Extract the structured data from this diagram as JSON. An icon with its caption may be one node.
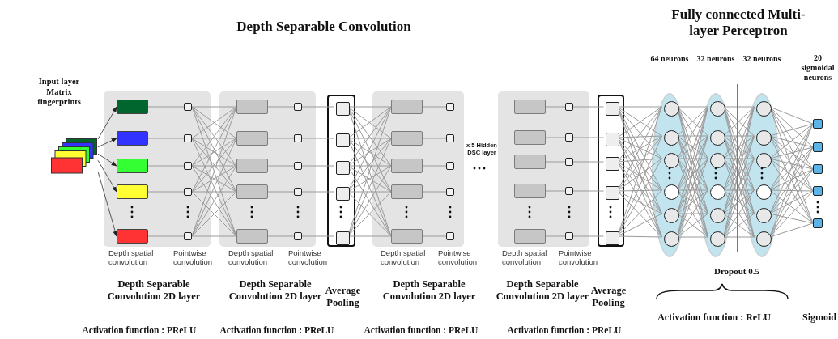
{
  "diagram": {
    "nodes": [
      {
        "text": [
          "Input layer Matrix fingerprints"
        ]
      },
      {
        "text": [
          "Depth spatial convolution",
          "Pointwise convolution"
        ],
        "beside": [
          "Depth Separable Convolution 2D layer",
          "Activation function : PReLU"
        ]
      },
      {
        "text": [],
        "shape": "box",
        "in": 1
      },
      {
        "text": [],
        "shape": "box",
        "in": 1
      },
      {
        "text": [],
        "shape": "box",
        "in": 1
      },
      {
        "text": [],
        "shape": "box",
        "in": 1
      },
      {
        "text": [],
        "shape": "box",
        "in": 1
      },
      {
        "text": [],
        "shape": "box",
        "in": 1
      },
      {
        "text": [],
        "shape": "box",
        "in": 1
      },
      {
        "text": [],
        "shape": "box",
        "in": 1
      },
      {
        "text": [],
        "shape": "box",
        "in": 1
      },
      {
        "text": [],
        "shape": "box",
        "in": 1
      },
      {
        "text": [
          "Depth spatial convolution",
          "Pointwise convolution"
        ],
        "beside": [
          "Depth Separable Convolution 2D layer",
          "Activation function : PReLU"
        ]
      },
      {
        "text": [],
        "shape": "box",
        "in": 12
      },
      {
        "text": [],
        "shape": "box",
        "in": 12
      },
      {
        "text": [],
        "shape": "box",
        "in": 12
      },
      {
        "text": [],
        "shape": "box",
        "in": 12
      },
      {
        "text": [],
        "shape": "box",
        "in": 12
      },
      {
        "text": [],
        "shape": "box",
        "in": 12
      },
      {
        "text": [],
        "shape": "box",
        "in": 12
      },
      {
        "text": [],
        "shape": "box",
        "in": 12
      },
      {
        "text": [],
        "shape": "box",
        "in": 12
      },
      {
        "text": [],
        "shape": "box",
        "in": 12
      },
      {
        "text": [],
        "shape": "box",
        "beside": [
          "Average Pooling"
        ]
      },
      {
        "text": [],
        "shape": "box",
        "in": 23
      },
      {
        "text": [],
        "shape": "box",
        "in": 23
      },
      {
        "text": [],
        "shape": "box",
        "in": 23
      },
      {
        "text": [],
        "shape": "box",
        "in": 23
      },
      {
        "text": [],
        "shape": "box",
        "in": 23
      },
      {
        "text": [
          "Depth spatial convolution",
          "Pointwise convolution"
        ],
        "beside": [
          "Depth Separable Convolution 2D layer",
          "Activation function : PReLU"
        ]
      },
      {
        "text": [],
        "shape": "box",
        "in": 29
      },
      {
        "text": [],
        "shape": "box",
        "in": 29
      },
      {
        "text": [],
        "shape": "box",
        "in": 29
      },
      {
        "text": [],
        "shape": "box",
        "in": 29
      },
      {
        "text": [],
        "shape": "box",
        "in": 29
      },
      {
        "text": [],
        "shape": "box",
        "in": 29
      },
      {
        "text": [],
        "shape": "box",
        "in": 29
      },
      {
        "text": [],
        "shape": "box",
        "in": 29
      },
      {
        "text": [],
        "shape": "box",
        "in": 29
      },
      {
        "text": [],
        "shape": "box",
        "in": 29
      },
      {
        "text": [
          "Depth spatial convolution",
          "Pointwise convolution"
        ],
        "beside": [
          "Depth Separable Convolution 2D layer",
          "Activation function : PReLU"
        ]
      },
      {
        "text": [],
        "shape": "box",
        "in": 40
      },
      {
        "text": [],
        "shape": "box",
        "in": 40
      },
      {
        "text": [],
        "shape": "box",
        "in": 40
      },
      {
        "text": [],
        "shape": "box",
        "in": 40
      },
      {
        "text": [],
        "shape": "box",
        "in": 40
      },
      {
        "text": [],
        "shape": "box",
        "in": 40
      },
      {
        "text": [],
        "shape": "box",
        "in": 40
      },
      {
        "text": [],
        "shape": "box",
        "in": 40
      },
      {
        "text": [],
        "shape": "box",
        "in": 40
      },
      {
        "text": [],
        "shape": "box",
        "in": 40
      },
      {
        "text": [],
        "shape": "box",
        "beside": [
          "Average Pooling"
        ]
      },
      {
        "text": [],
        "shape": "box",
        "in": 51
      },
      {
        "text": [],
        "shape": "box",
        "in": 51
      },
      {
        "text": [],
        "shape": "box",
        "in": 51
      },
      {
        "text": [],
        "shape": "box",
        "in": 51
      },
      {
        "text": [],
        "shape": "box",
        "in": 51
      },
      {
        "text": [
          "64 neurons"
        ]
      },
      {
        "text": [],
        "shape": "circle",
        "in": 57
      },
      {
        "text": [],
        "shape": "circle",
        "in": 57
      },
      {
        "text": [],
        "shape": "circle",
        "in": 57
      },
      {
        "text": [],
        "shape": "circle",
        "in": 57
      },
      {
        "text": [],
        "shape": "circle",
        "in": 57
      },
      {
        "text": [],
        "shape": "circle",
        "in": 57
      },
      {
        "text": [
          "32 neurons"
        ]
      },
      {
        "text": [],
        "shape": "circle",
        "in": 64
      },
      {
        "text": [],
        "shape": "circle",
        "in": 64
      },
      {
        "text": [],
        "shape": "circle",
        "in": 64
      },
      {
        "text": [],
        "shape": "circle",
        "in": 64
      },
      {
        "text": [],
        "shape": "circle",
        "in": 64
      },
      {
        "text": [],
        "shape": "circle",
        "in": 64
      },
      {
        "text": [
          "32 neurons"
        ]
      },
      {
        "text": [],
        "shape": "circle",
        "in": 71
      },
      {
        "text": [],
        "shape": "circle",
        "in": 71
      },
      {
        "text": [],
        "shape": "circle",
        "in": 71
      },
      {
        "text": [],
        "shape": "circle",
        "in": 71
      },
      {
        "text": [],
        "shape": "circle",
        "in": 71
      },
      {
        "text": [],
        "shape": "circle",
        "in": 71
      },
      {
        "text": [],
        "shape": "box"
      },
      {
        "text": [],
        "shape": "box"
      },
      {
        "text": [],
        "shape": "box"
      },
      {
        "text": [],
        "shape": "box"
      },
      {
        "text": [],
        "shape": "box"
      }
    ],
    "edges": [
      {
        "from": 0,
        "to": 2,
        "arrow": "to"
      },
      {
        "from": 0,
        "to": 3,
        "arrow": "to"
      },
      {
        "from": 0,
        "to": 4,
        "arrow": "to"
      },
      {
        "from": 0,
        "to": 5,
        "arrow": "to"
      },
      {
        "from": 0,
        "to": 6,
        "arrow": "to"
      },
      {
        "from": 2,
        "to": 7,
        "arrow": "none"
      },
      {
        "from": 3,
        "to": 8,
        "arrow": "none"
      },
      {
        "from": 4,
        "to": 9,
        "arrow": "none"
      },
      {
        "from": 5,
        "to": 10,
        "arrow": "none"
      },
      {
        "from": 6,
        "to": 11,
        "arrow": "none"
      },
      {
        "from": 7,
        "to": 13,
        "arrow": "none"
      },
      {
        "from": 7,
        "to": 14,
        "arrow": "none"
      },
      {
        "from": 7,
        "to": 15,
        "arrow": "none"
      },
      {
        "from": 7,
        "to": 16,
        "arrow": "none"
      },
      {
        "from": 7,
        "to": 17,
        "arrow": "none"
      },
      {
        "from": 8,
        "to": 13,
        "arrow": "none"
      },
      {
        "from": 8,
        "to": 14,
        "arrow": "none"
      },
      {
        "from": 8,
        "to": 15,
        "arrow": "none"
      },
      {
        "from": 8,
        "to": 16,
        "arrow": "none"
      },
      {
        "from": 8,
        "to": 17,
        "arrow": "none"
      },
      {
        "from": 9,
        "to": 13,
        "arrow": "none"
      },
      {
        "from": 9,
        "to": 14,
        "arrow": "none"
      },
      {
        "from": 9,
        "to": 15,
        "arrow": "none"
      },
      {
        "from": 9,
        "to": 16,
        "arrow": "none"
      },
      {
        "from": 9,
        "to": 17,
        "arrow": "none"
      },
      {
        "from": 10,
        "to": 13,
        "arrow": "none"
      },
      {
        "from": 10,
        "to": 14,
        "arrow": "none"
      },
      {
        "from": 10,
        "to": 15,
        "arrow": "none"
      },
      {
        "from": 10,
        "to": 16,
        "arrow": "none"
      },
      {
        "from": 10,
        "to": 17,
        "arrow": "none"
      },
      {
        "from": 11,
        "to": 13,
        "arrow": "none"
      },
      {
        "from": 11,
        "to": 14,
        "arrow": "none"
      },
      {
        "from": 11,
        "to": 15,
        "arrow": "none"
      },
      {
        "from": 11,
        "to": 16,
        "arrow": "none"
      },
      {
        "from": 11,
        "to": 17,
        "arrow": "none"
      },
      {
        "from": 13,
        "to": 18,
        "arrow": "none"
      },
      {
        "from": 14,
        "to": 19,
        "arrow": "none"
      },
      {
        "from": 15,
        "to": 20,
        "arrow": "none"
      },
      {
        "from": 16,
        "to": 21,
        "arrow": "none"
      },
      {
        "from": 17,
        "to": 22,
        "arrow": "none"
      },
      {
        "from": 18,
        "to": 24,
        "arrow": "none"
      },
      {
        "from": 19,
        "to": 25,
        "arrow": "none"
      },
      {
        "from": 20,
        "to": 26,
        "arrow": "none"
      },
      {
        "from": 21,
        "to": 27,
        "arrow": "none"
      },
      {
        "from": 22,
        "to": 28,
        "arrow": "none"
      },
      {
        "from": 24,
        "to": 30,
        "arrow": "none"
      },
      {
        "from": 24,
        "to": 31,
        "arrow": "none"
      },
      {
        "from": 24,
        "to": 32,
        "arrow": "none"
      },
      {
        "from": 24,
        "to": 33,
        "arrow": "none"
      },
      {
        "from": 24,
        "to": 34,
        "arrow": "none"
      },
      {
        "from": 25,
        "to": 30,
        "arrow": "none"
      },
      {
        "from": 25,
        "to": 31,
        "arrow": "none"
      },
      {
        "from": 25,
        "to": 32,
        "arrow": "none"
      },
      {
        "from": 25,
        "to": 33,
        "arrow": "none"
      },
      {
        "from": 25,
        "to": 34,
        "arrow": "none"
      },
      {
        "from": 26,
        "to": 30,
        "arrow": "none"
      },
      {
        "from": 26,
        "to": 31,
        "arrow": "none"
      },
      {
        "from": 26,
        "to": 32,
        "arrow": "none"
      },
      {
        "from": 26,
        "to": 33,
        "arrow": "none"
      },
      {
        "from": 26,
        "to": 34,
        "arrow": "none"
      },
      {
        "from": 27,
        "to": 30,
        "arrow": "none"
      },
      {
        "from": 27,
        "to": 31,
        "arrow": "none"
      },
      {
        "from": 27,
        "to": 32,
        "arrow": "none"
      },
      {
        "from": 27,
        "to": 33,
        "arrow": "none"
      },
      {
        "from": 27,
        "to": 34,
        "arrow": "none"
      },
      {
        "from": 28,
        "to": 30,
        "arrow": "none"
      },
      {
        "from": 28,
        "to": 31,
        "arrow": "none"
      },
      {
        "from": 28,
        "to": 32,
        "arrow": "none"
      },
      {
        "from": 28,
        "to": 33,
        "arrow": "none"
      },
      {
        "from": 28,
        "to": 34,
        "arrow": "none"
      },
      {
        "from": 30,
        "to": 35,
        "arrow": "none"
      },
      {
        "from": 31,
        "to": 36,
        "arrow": "none"
      },
      {
        "from": 32,
        "to": 37,
        "arrow": "none"
      },
      {
        "from": 33,
        "to": 38,
        "arrow": "none"
      },
      {
        "from": 34,
        "to": 39,
        "arrow": "none"
      },
      {
        "from": 41,
        "to": 46,
        "arrow": "none"
      },
      {
        "from": 42,
        "to": 47,
        "arrow": "none"
      },
      {
        "from": 43,
        "to": 48,
        "arrow": "none"
      },
      {
        "from": 44,
        "to": 49,
        "arrow": "none"
      },
      {
        "from": 45,
        "to": 50,
        "arrow": "none"
      },
      {
        "from": 46,
        "to": 52,
        "arrow": "none"
      },
      {
        "from": 47,
        "to": 53,
        "arrow": "none"
      },
      {
        "from": 48,
        "to": 54,
        "arrow": "none"
      },
      {
        "from": 49,
        "to": 55,
        "arrow": "none"
      },
      {
        "from": 50,
        "to": 56,
        "arrow": "none"
      },
      {
        "from": 52,
        "to": 58,
        "arrow": "none"
      },
      {
        "from": 52,
        "to": 59,
        "arrow": "none"
      },
      {
        "from": 52,
        "to": 60,
        "arrow": "none"
      },
      {
        "from": 52,
        "to": 61,
        "arrow": "none"
      },
      {
        "from": 52,
        "to": 62,
        "arrow": "none"
      },
      {
        "from": 52,
        "to": 63,
        "arrow": "none"
      },
      {
        "from": 53,
        "to": 58,
        "arrow": "none"
      },
      {
        "from": 53,
        "to": 59,
        "arrow": "none"
      },
      {
        "from": 53,
        "to": 60,
        "arrow": "none"
      },
      {
        "from": 53,
        "to": 61,
        "arrow": "none"
      },
      {
        "from": 53,
        "to": 62,
        "arrow": "none"
      },
      {
        "from": 53,
        "to": 63,
        "arrow": "none"
      },
      {
        "from": 54,
        "to": 58,
        "arrow": "none"
      },
      {
        "from": 54,
        "to": 59,
        "arrow": "none"
      },
      {
        "from": 54,
        "to": 60,
        "arrow": "none"
      },
      {
        "from": 54,
        "to": 61,
        "arrow": "none"
      },
      {
        "from": 54,
        "to": 62,
        "arrow": "none"
      },
      {
        "from": 54,
        "to": 63,
        "arrow": "none"
      },
      {
        "from": 55,
        "to": 58,
        "arrow": "none"
      },
      {
        "from": 55,
        "to": 59,
        "arrow": "none"
      },
      {
        "from": 55,
        "to": 60,
        "arrow": "none"
      },
      {
        "from": 55,
        "to": 61,
        "arrow": "none"
      },
      {
        "from": 55,
        "to": 62,
        "arrow": "none"
      },
      {
        "from": 55,
        "to": 63,
        "arrow": "none"
      },
      {
        "from": 56,
        "to": 58,
        "arrow": "none"
      },
      {
        "from": 56,
        "to": 59,
        "arrow": "none"
      },
      {
        "from": 56,
        "to": 60,
        "arrow": "none"
      },
      {
        "from": 56,
        "to": 61,
        "arrow": "none"
      },
      {
        "from": 56,
        "to": 62,
        "arrow": "none"
      },
      {
        "from": 56,
        "to": 63,
        "arrow": "none"
      },
      {
        "from": 58,
        "to": 65,
        "arrow": "none"
      },
      {
        "from": 58,
        "to": 66,
        "arrow": "none"
      },
      {
        "from": 58,
        "to": 67,
        "arrow": "none"
      },
      {
        "from": 58,
        "to": 68,
        "arrow": "none"
      },
      {
        "from": 58,
        "to": 69,
        "arrow": "none"
      },
      {
        "from": 58,
        "to": 70,
        "arrow": "none"
      },
      {
        "from": 59,
        "to": 65,
        "arrow": "none"
      },
      {
        "from": 59,
        "to": 66,
        "arrow": "none"
      },
      {
        "from": 59,
        "to": 67,
        "arrow": "none"
      },
      {
        "from": 59,
        "to": 68,
        "arrow": "none"
      },
      {
        "from": 59,
        "to": 69,
        "arrow": "none"
      },
      {
        "from": 59,
        "to": 70,
        "arrow": "none"
      },
      {
        "from": 60,
        "to": 65,
        "arrow": "none"
      },
      {
        "from": 60,
        "to": 66,
        "arrow": "none"
      },
      {
        "from": 60,
        "to": 67,
        "arrow": "none"
      },
      {
        "from": 60,
        "to": 68,
        "arrow": "none"
      },
      {
        "from": 60,
        "to": 69,
        "arrow": "none"
      },
      {
        "from": 60,
        "to": 70,
        "arrow": "none"
      },
      {
        "from": 61,
        "to": 65,
        "arrow": "none"
      },
      {
        "from": 61,
        "to": 66,
        "arrow": "none"
      },
      {
        "from": 61,
        "to": 67,
        "arrow": "none"
      },
      {
        "from": 61,
        "to": 68,
        "arrow": "none"
      },
      {
        "from": 61,
        "to": 69,
        "arrow": "none"
      },
      {
        "from": 61,
        "to": 70,
        "arrow": "none"
      },
      {
        "from": 62,
        "to": 65,
        "arrow": "none"
      },
      {
        "from": 62,
        "to": 66,
        "arrow": "none"
      },
      {
        "from": 62,
        "to": 67,
        "arrow": "none"
      },
      {
        "from": 62,
        "to": 68,
        "arrow": "none"
      },
      {
        "from": 62,
        "to": 69,
        "arrow": "none"
      },
      {
        "from": 62,
        "to": 70,
        "arrow": "none"
      },
      {
        "from": 63,
        "to": 65,
        "arrow": "none"
      },
      {
        "from": 63,
        "to": 66,
        "arrow": "none"
      },
      {
        "from": 63,
        "to": 67,
        "arrow": "none"
      },
      {
        "from": 63,
        "to": 68,
        "arrow": "none"
      },
      {
        "from": 63,
        "to": 69,
        "arrow": "none"
      },
      {
        "from": 63,
        "to": 70,
        "arrow": "none"
      },
      {
        "from": 65,
        "to": 72,
        "arrow": "none"
      },
      {
        "from": 65,
        "to": 73,
        "arrow": "none"
      },
      {
        "from": 65,
        "to": 74,
        "arrow": "none"
      },
      {
        "from": 65,
        "to": 75,
        "arrow": "none"
      },
      {
        "from": 65,
        "to": 76,
        "arrow": "none"
      },
      {
        "from": 65,
        "to": 77,
        "arrow": "none"
      },
      {
        "from": 66,
        "to": 72,
        "arrow": "none"
      },
      {
        "from": 66,
        "to": 73,
        "arrow": "none"
      },
      {
        "from": 66,
        "to": 74,
        "arrow": "none"
      },
      {
        "from": 66,
        "to": 75,
        "arrow": "none"
      },
      {
        "from": 66,
        "to": 76,
        "arrow": "none"
      },
      {
        "from": 66,
        "to": 77,
        "arrow": "none"
      },
      {
        "from": 67,
        "to": 72,
        "arrow": "none"
      },
      {
        "from": 67,
        "to": 73,
        "arrow": "none"
      },
      {
        "from": 67,
        "to": 74,
        "arrow": "none"
      },
      {
        "from": 67,
        "to": 75,
        "arrow": "none"
      },
      {
        "from": 67,
        "to": 76,
        "arrow": "none"
      },
      {
        "from": 67,
        "to": 77,
        "arrow": "none"
      },
      {
        "from": 68,
        "to": 72,
        "arrow": "none"
      },
      {
        "from": 68,
        "to": 73,
        "arrow": "none"
      },
      {
        "from": 68,
        "to": 74,
        "arrow": "none"
      },
      {
        "from": 68,
        "to": 75,
        "arrow": "none"
      },
      {
        "from": 68,
        "to": 76,
        "arrow": "none"
      },
      {
        "from": 68,
        "to": 77,
        "arrow": "none"
      },
      {
        "from": 69,
        "to": 72,
        "arrow": "none"
      },
      {
        "from": 69,
        "to": 73,
        "arrow": "none"
      },
      {
        "from": 69,
        "to": 74,
        "arrow": "none"
      },
      {
        "from": 69,
        "to": 75,
        "arrow": "none"
      },
      {
        "from": 69,
        "to": 76,
        "arrow": "none"
      },
      {
        "from": 69,
        "to": 77,
        "arrow": "none"
      },
      {
        "from": 70,
        "to": 72,
        "arrow": "none"
      },
      {
        "from": 70,
        "to": 73,
        "arrow": "none"
      },
      {
        "from": 70,
        "to": 74,
        "arrow": "none"
      },
      {
        "from": 70,
        "to": 75,
        "arrow": "none"
      },
      {
        "from": 70,
        "to": 76,
        "arrow": "none"
      },
      {
        "from": 70,
        "to": 77,
        "arrow": "none"
      },
      {
        "from": 72,
        "to": 78,
        "arrow": "none"
      },
      {
        "from": 72,
        "to": 79,
        "arrow": "none"
      },
      {
        "from": 72,
        "to": 80,
        "arrow": "none"
      },
      {
        "from": 72,
        "to": 81,
        "arrow": "none"
      },
      {
        "from": 72,
        "to": 82,
        "arrow": "none"
      },
      {
        "from": 73,
        "to": 78,
        "arrow": "none"
      },
      {
        "from": 73,
        "to": 79,
        "arrow": "none"
      },
      {
        "from": 73,
        "to": 80,
        "arrow": "none"
      },
      {
        "from": 73,
        "to": 81,
        "arrow": "none"
      },
      {
        "from": 73,
        "to": 82,
        "arrow": "none"
      },
      {
        "from": 74,
        "to": 78,
        "arrow": "none"
      },
      {
        "from": 74,
        "to": 79,
        "arrow": "none"
      },
      {
        "from": 74,
        "to": 80,
        "arrow": "none"
      },
      {
        "from": 74,
        "to": 81,
        "arrow": "none"
      },
      {
        "from": 74,
        "to": 82,
        "arrow": "none"
      },
      {
        "from": 75,
        "to": 78,
        "arrow": "none"
      },
      {
        "from": 75,
        "to": 79,
        "arrow": "none"
      },
      {
        "from": 75,
        "to": 80,
        "arrow": "none"
      },
      {
        "from": 75,
        "to": 81,
        "arrow": "none"
      },
      {
        "from": 75,
        "to": 82,
        "arrow": "none"
      },
      {
        "from": 76,
        "to": 78,
        "arrow": "none"
      },
      {
        "from": 76,
        "to": 79,
        "arrow": "none"
      },
      {
        "from": 76,
        "to": 80,
        "arrow": "none"
      },
      {
        "from": 76,
        "to": 81,
        "arrow": "none"
      },
      {
        "from": 76,
        "to": 82,
        "arrow": "none"
      },
      {
        "from": 77,
        "to": 78,
        "arrow": "none"
      },
      {
        "from": 77,
        "to": 79,
        "arrow": "none"
      },
      {
        "from": 77,
        "to": 80,
        "arrow": "none"
      },
      {
        "from": 77,
        "to": 81,
        "arrow": "none"
      },
      {
        "from": 77,
        "to": 82,
        "arrow": "none"
      }
    ],
    "labels": [
      "Depth Separable Convolution",
      "Fully connected Multi-layer Perceptron",
      "20 sigmoidal neurons",
      "x 5 Hidden DSC layer",
      "Dropout 0.5",
      "Activation function : ReLU",
      "Sigmoid"
    ]
  }
}
